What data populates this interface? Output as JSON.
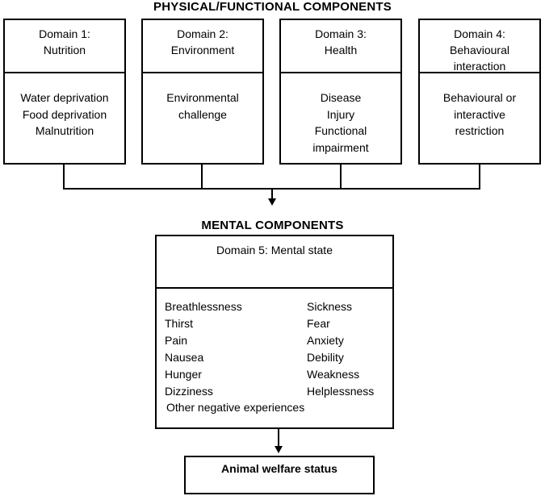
{
  "physical_heading": "PHYSICAL/FUNCTIONAL COMPONENTS",
  "domains": [
    {
      "title": [
        "Domain 1:",
        "Nutrition"
      ],
      "items": [
        "Water deprivation",
        "Food deprivation",
        "Malnutrition"
      ]
    },
    {
      "title": [
        "Domain 2:",
        "Environment"
      ],
      "items": [
        "Environmental",
        "challenge"
      ]
    },
    {
      "title": [
        "Domain 3:",
        "Health"
      ],
      "items": [
        "Disease",
        "Injury",
        "Functional",
        "impairment"
      ]
    },
    {
      "title": [
        "Domain 4:",
        "Behavioural",
        "interaction"
      ],
      "items": [
        "Behavioural or",
        "interactive",
        "restriction"
      ]
    }
  ],
  "mental_heading": "MENTAL COMPONENTS",
  "mental_state": {
    "title": "Domain 5: Mental state",
    "left_items": [
      "Breathlessness",
      "Thirst",
      "Pain",
      "Nausea",
      "Hunger",
      "Dizziness"
    ],
    "right_items": [
      "Sickness",
      "Fear",
      "Anxiety",
      "Debility",
      "Weakness",
      "Helplessness"
    ],
    "other": "Other negative experiences"
  },
  "outcome": "Animal welfare status"
}
